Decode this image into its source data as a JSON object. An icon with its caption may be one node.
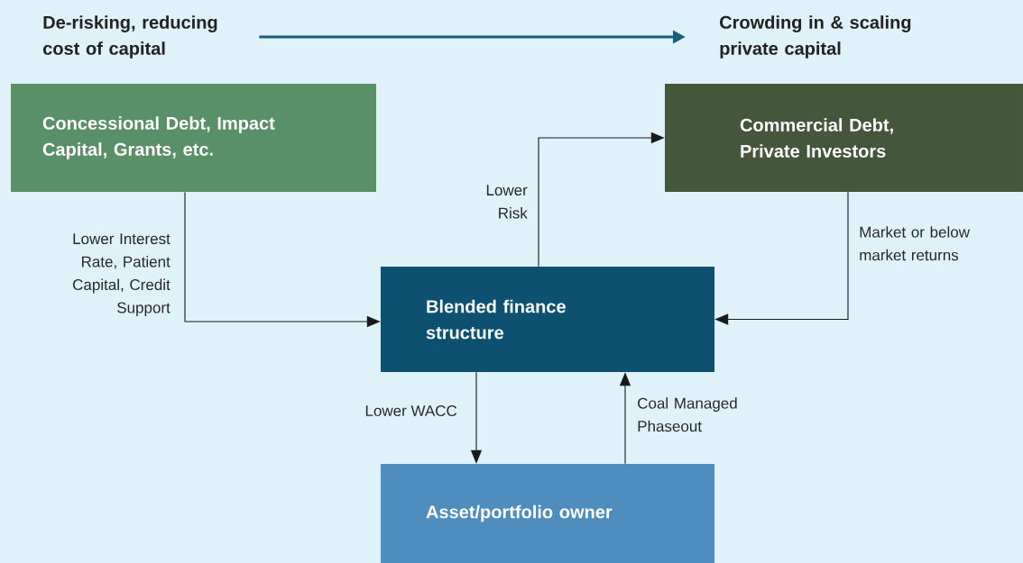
{
  "diagram": {
    "nodes": [
      {
        "text": [
          "De-risking, reducing cost of capital"
        ]
      },
      {
        "text": [
          "Crowding in & scaling private capital"
        ]
      },
      {
        "text": [
          "Concessional Debt, Impact Capital, Grants, etc."
        ]
      },
      {
        "text": [
          "Commercial Debt, Private Investors"
        ]
      },
      {
        "text": [
          "Blended finance structure"
        ]
      },
      {
        "text": [
          "Asset/portfolio owner"
        ]
      }
    ],
    "edges": [
      {
        "from": 0,
        "to": 1,
        "arrow": "to",
        "style": "thick",
        "color": "#1b5e78"
      },
      {
        "from": 2,
        "to": 4,
        "arrow": "to",
        "label": "Lower Interest Rate, Patient Capital, Credit Support"
      },
      {
        "from": 4,
        "to": 3,
        "arrow": "to",
        "label": "Lower Risk"
      },
      {
        "from": 3,
        "to": 4,
        "arrow": "to",
        "label": "Market or below market returns"
      },
      {
        "from": 4,
        "to": 5,
        "arrow": "to",
        "label": "Lower WACC"
      },
      {
        "from": 5,
        "to": 4,
        "arrow": "to",
        "label": "Coal Managed Phaseout"
      }
    ]
  }
}
